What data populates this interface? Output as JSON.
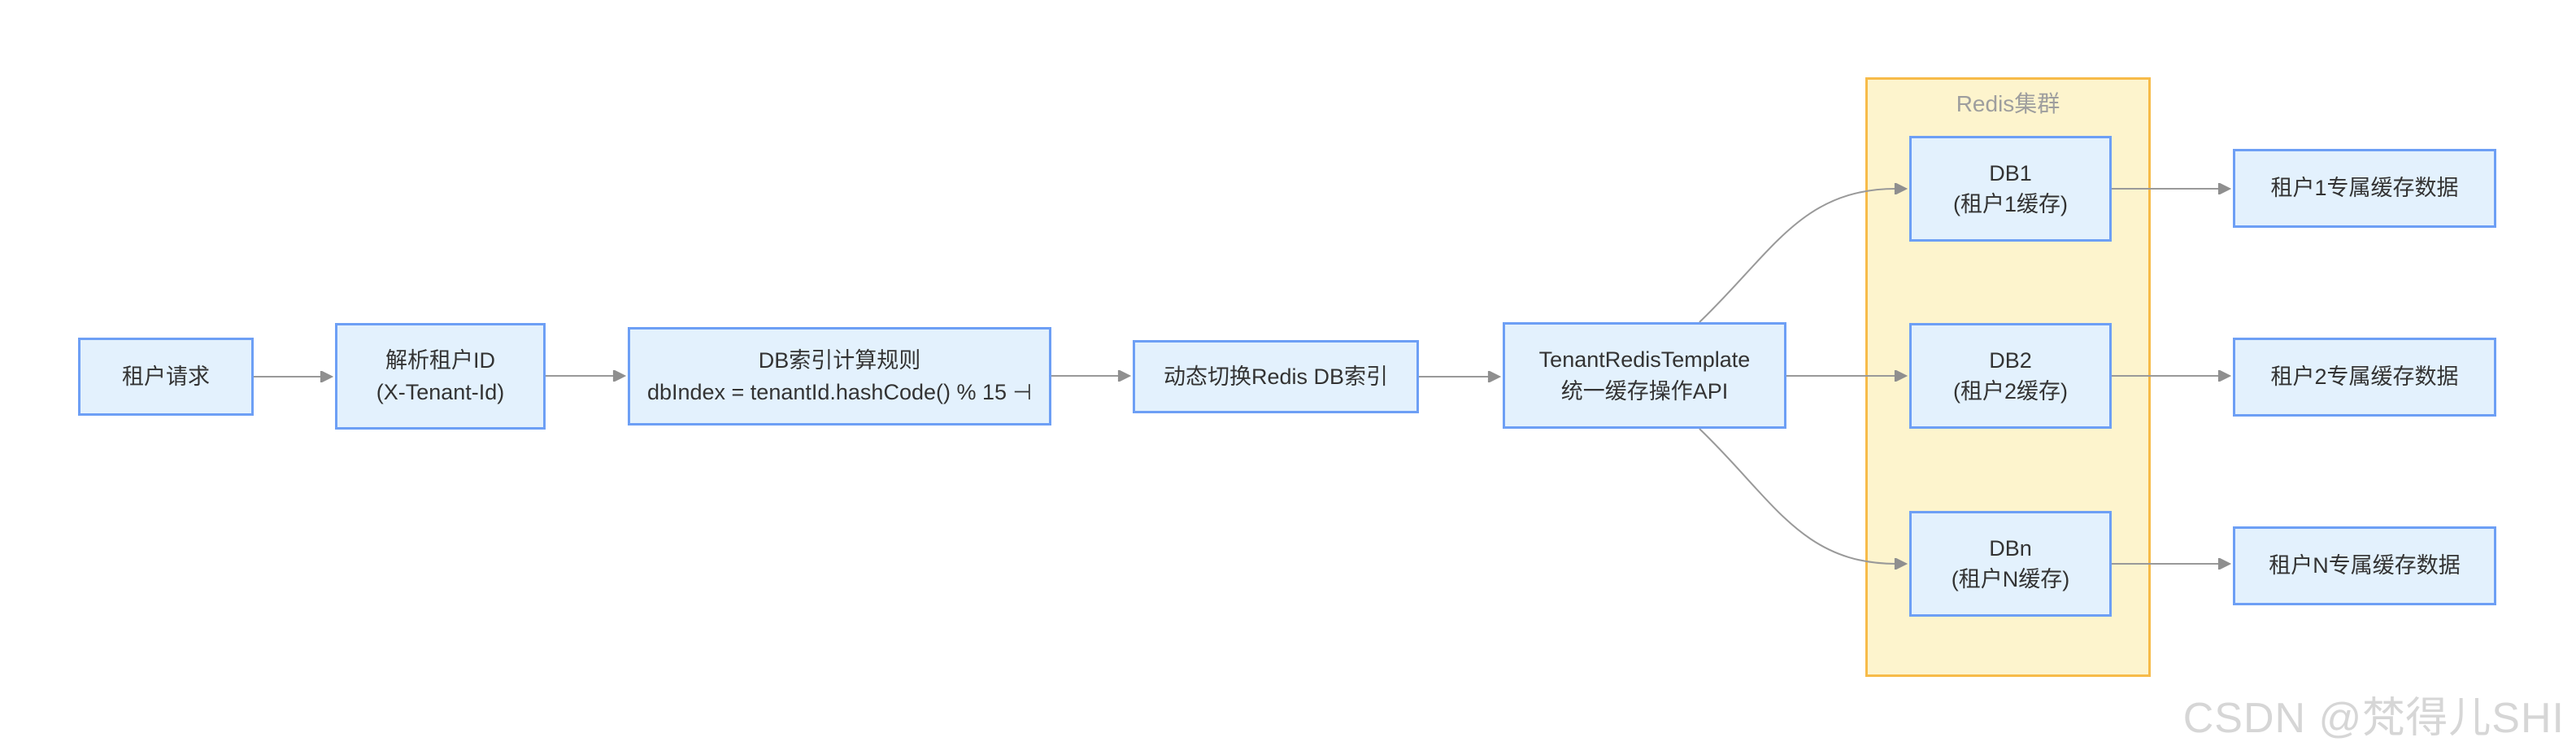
{
  "colors": {
    "page_bg": "#ffffff",
    "node_fill": "#e3f1fd",
    "node_border": "#6d9ff5",
    "cluster_fill": "#fdf4cd",
    "cluster_border": "#f7bb49",
    "edge": "#999999",
    "edge_head": "#8f8f8f",
    "text": "#333333",
    "cluster_label": "#9e9e9e",
    "watermark_color": "#d6d6d6"
  },
  "cluster": {
    "label": "Redis集群"
  },
  "nodes": {
    "tenant_request": {
      "line1": "租户请求"
    },
    "parse_tenant": {
      "line1": "解析租户ID",
      "line2": "(X-Tenant-Id)"
    },
    "db_index_rule": {
      "line1": "DB索引计算规则",
      "line2": "dbIndex = tenantId.hashCode() % 15 ⊣"
    },
    "dynamic_switch": {
      "line1": "动态切换Redis DB索引"
    },
    "redis_template": {
      "line1": "TenantRedisTemplate",
      "line2": "统一缓存操作API"
    },
    "db1": {
      "line1": "DB1",
      "line2": "(租户1缓存)"
    },
    "db2": {
      "line1": "DB2",
      "line2": "(租户2缓存)"
    },
    "dbn": {
      "line1": "DBn",
      "line2": "(租户N缓存)"
    },
    "tenant1_data": {
      "line1": "租户1专属缓存数据"
    },
    "tenant2_data": {
      "line1": "租户2专属缓存数据"
    },
    "tenantn_data": {
      "line1": "租户N专属缓存数据"
    }
  },
  "watermark": "CSDN @梵得儿SHI"
}
